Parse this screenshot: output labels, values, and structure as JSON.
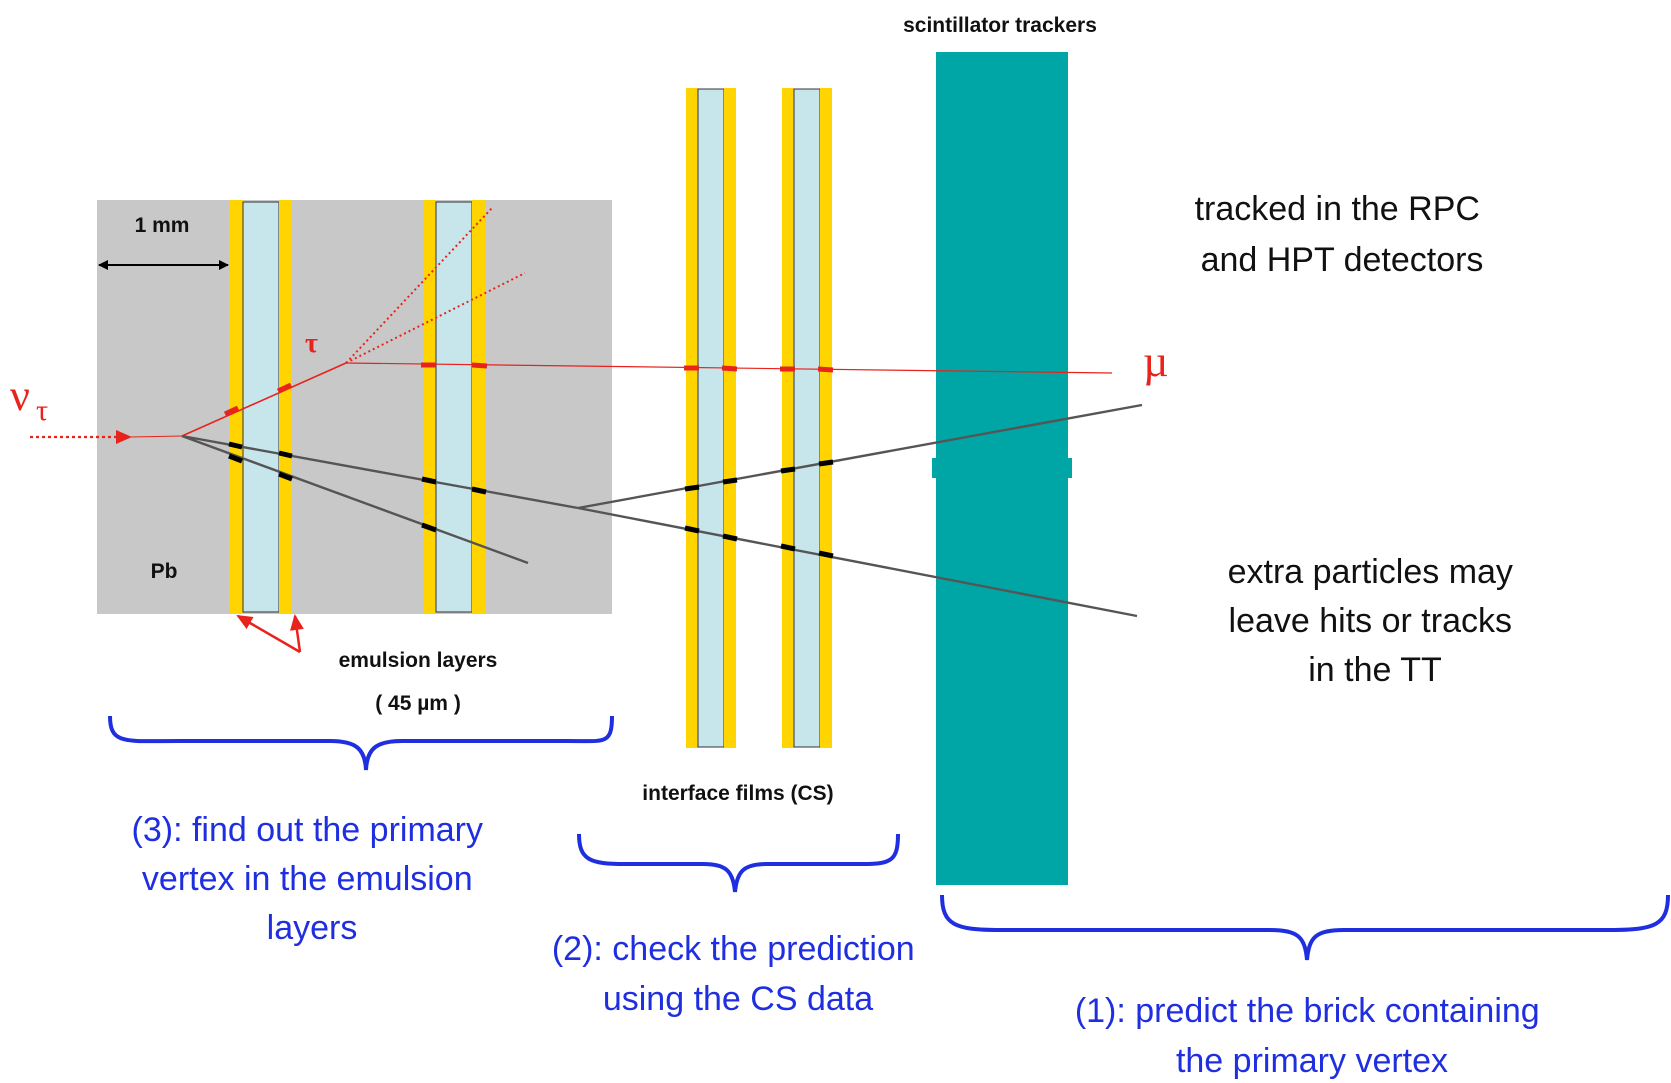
{
  "labels": {
    "scintillator": "scintillator trackers",
    "one_mm": "1 mm",
    "pb": "Pb",
    "emulsion_layers": "emulsion layers",
    "emulsion_thickness": "( 45 µm )",
    "interface_films": "interface films (CS)",
    "nu_symbol": "ν",
    "nu_subscript": "τ",
    "tau_symbol": "τ",
    "mu_symbol": "µ"
  },
  "notes": {
    "rpc": [
      "tracked in the RPC",
      "and HPT detectors"
    ],
    "extra": [
      "extra particles may",
      "leave hits or tracks",
      "in the TT"
    ]
  },
  "steps": {
    "step3": [
      "(3): find out the primary",
      "vertex in the emulsion",
      "layers"
    ],
    "step2": [
      "(2): check the prediction",
      "using the CS data"
    ],
    "step1": [
      "(1): predict the brick containing",
      "the primary vertex"
    ]
  },
  "colors": {
    "lead": "#c8c8c8",
    "emulsion": "#ffd400",
    "base": "#c7e6ec",
    "scintillator": "#00a5a5",
    "tau_track": "#e8231c",
    "hadron_track": "#555555",
    "brace": "#1f2fe0"
  }
}
